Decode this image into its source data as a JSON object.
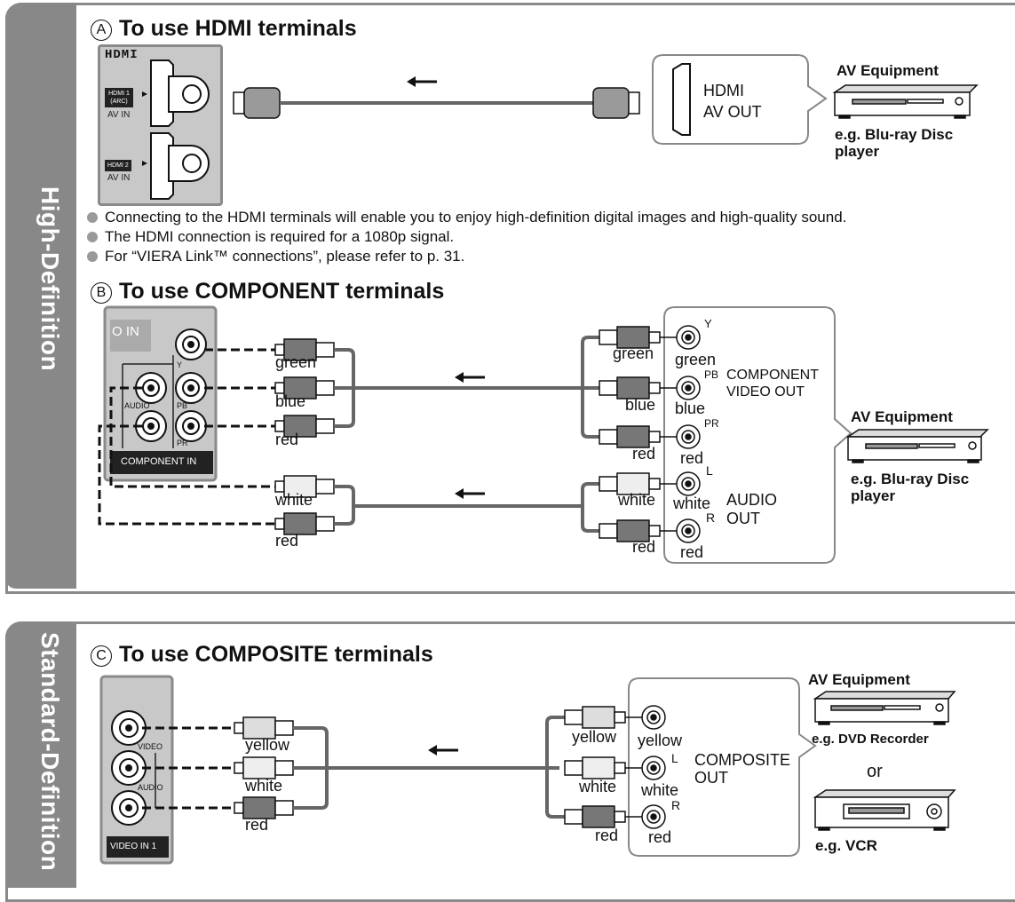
{
  "sections": {
    "high": {
      "label": "High-Definition"
    },
    "standard": {
      "label": "Standard-Definition"
    }
  },
  "hdmi": {
    "marker": "A",
    "title": "To use HDMI terminals",
    "logo": "HDMI",
    "port1_label": "HDMI 1 (ARC)",
    "port1_sub": "AV IN",
    "port2_label": "HDMI 2",
    "port2_sub": "AV IN",
    "out_label_1": "HDMI",
    "out_label_2": "AV OUT",
    "device_title": "AV Equipment",
    "device_example": "e.g. Blu-ray Disc player",
    "bullets": [
      "Connecting to the HDMI terminals will enable you to enjoy high-definition digital images and high-quality sound.",
      "The HDMI connection is required for a 1080p signal.",
      "For “VIERA Link™ connections”, please refer to p. 31."
    ]
  },
  "component": {
    "marker": "B",
    "title": "To use COMPONENT terminals",
    "panel_title": "COMPONENT IN",
    "panel_partial": "O IN",
    "audio_label": "AUDIO",
    "pin_labels": {
      "y": "Y",
      "pb": "PB",
      "pr": "PR",
      "l": "L",
      "r": "R"
    },
    "left_cables": [
      "green",
      "blue",
      "red",
      "white",
      "red"
    ],
    "right_cables": [
      "green",
      "blue",
      "red",
      "white",
      "red"
    ],
    "jack_labels": [
      "green",
      "blue",
      "red",
      "white",
      "red"
    ],
    "video_out_1": "COMPONENT",
    "video_out_2": "VIDEO OUT",
    "audio_out_1": "AUDIO",
    "audio_out_2": "OUT",
    "device_title": "AV Equipment",
    "device_example": "e.g. Blu-ray Disc player"
  },
  "composite": {
    "marker": "C",
    "title": "To use COMPOSITE terminals",
    "panel_title": "VIDEO IN 1",
    "video_label": "VIDEO",
    "audio_label": "AUDIO",
    "pin_labels": {
      "l": "L",
      "r": "R"
    },
    "left_cables": [
      "yellow",
      "white",
      "red"
    ],
    "right_cables": [
      "yellow",
      "white",
      "red"
    ],
    "jack_labels": [
      "yellow",
      "white",
      "red"
    ],
    "out_1": "COMPOSITE",
    "out_2": "OUT",
    "device_title": "AV Equipment",
    "device_example_1": "e.g. DVD Recorder",
    "or_label": "or",
    "device_example_2": "e.g. VCR"
  },
  "colors": {
    "band": "#888888",
    "panel": "#c8c8c8",
    "border": "#8a8a8a",
    "cable": "#666666"
  }
}
